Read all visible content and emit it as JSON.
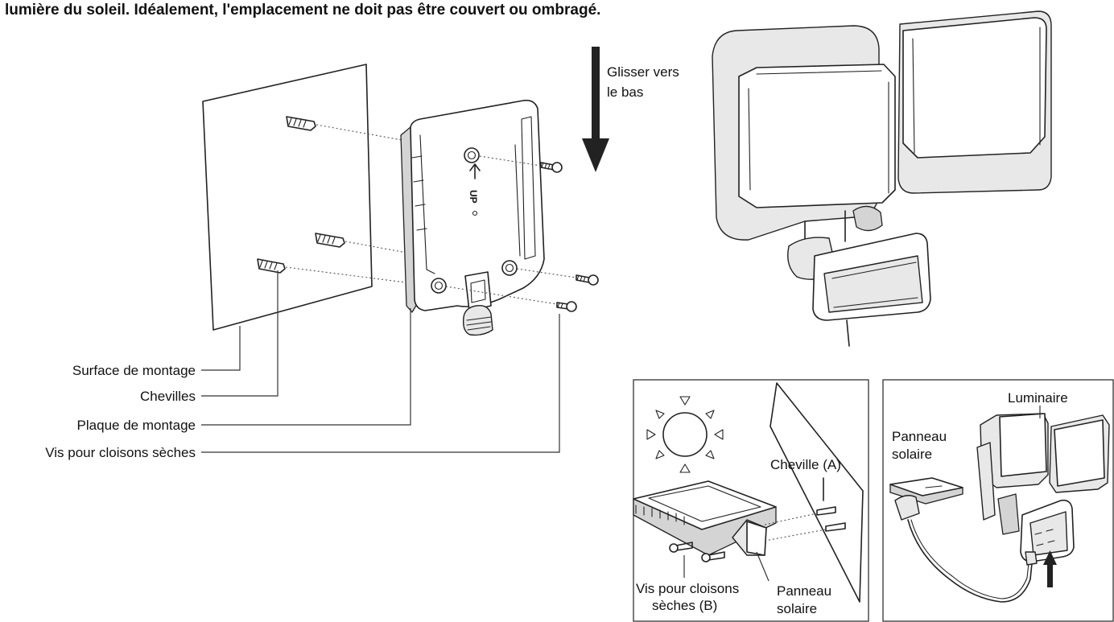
{
  "heading": "lumière du soleil. Idéalement, l'emplacement ne doit pas être couvert ou ombragé.",
  "main_diagram": {
    "slide_label_line1": "Glisser vers",
    "slide_label_line2": "le bas",
    "plate_marking": "UP",
    "labels": {
      "mounting_surface": "Surface de montage",
      "anchors": "Chevilles",
      "mounting_plate": "Plaque de montage",
      "drywall_screws": "Vis pour cloisons sèches"
    }
  },
  "inset_solar_mount": {
    "anchor_label": "Cheville (A)",
    "screws_label_line1": "Vis pour cloisons",
    "screws_label_line2": "sèches (B)",
    "panel_label_line1": "Panneau",
    "panel_label_line2": "solaire"
  },
  "inset_connection": {
    "fixture_label": "Luminaire",
    "panel_label_line1": "Panneau",
    "panel_label_line2": "solaire"
  }
}
